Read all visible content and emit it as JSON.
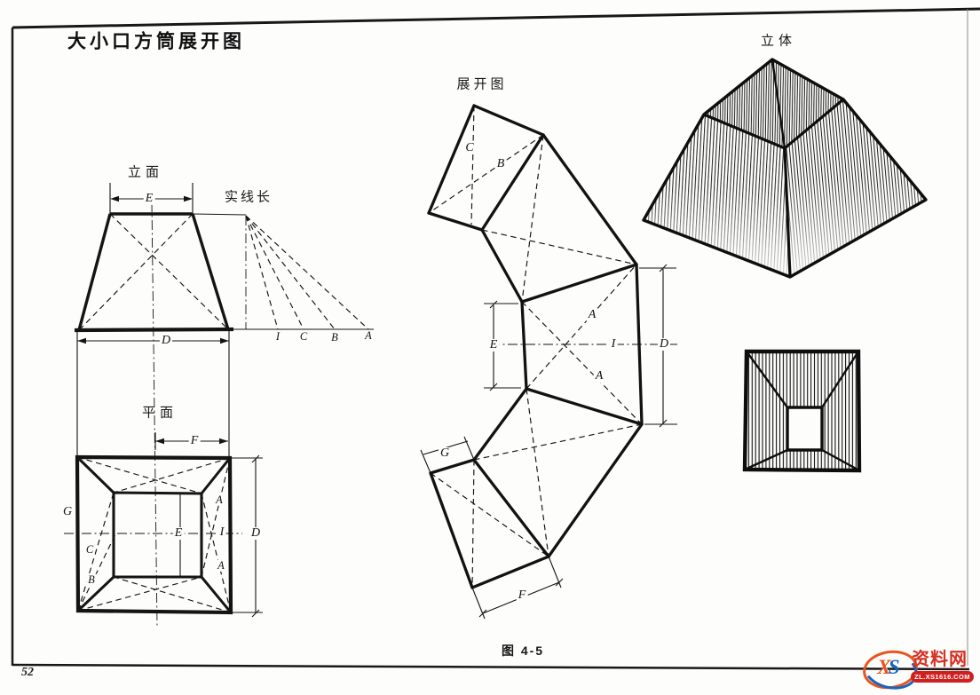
{
  "page": {
    "title": "大小口方筒展开图",
    "page_number": "52",
    "figure_caption": "图 4-5"
  },
  "elevation": {
    "title": "立面",
    "labels": {
      "e": "E",
      "d": "D"
    },
    "true_length": {
      "title": "实线长",
      "ticks": [
        "I",
        "C",
        "B",
        "A"
      ]
    }
  },
  "plan": {
    "title": "平面",
    "labels": {
      "f": "F",
      "g": "G",
      "c": "C",
      "b": "B",
      "e": "E",
      "i": "I",
      "a_upper": "A",
      "a_lower": "A",
      "d": "D"
    }
  },
  "development": {
    "title": "展开图",
    "labels": {
      "c": "C",
      "b": "B",
      "a_upper": "A",
      "a_lower": "A",
      "i": "I",
      "e": "E",
      "d": "D",
      "g": "G",
      "f": "F"
    }
  },
  "solid": {
    "title": "立体"
  },
  "watermark": {
    "x": "X",
    "s": "S",
    "site": "资料网",
    "url": "ZL.XS1616.COM",
    "accent_orange": "#e8541e",
    "accent_blue": "#1565c0",
    "accent_red": "#d63020"
  }
}
